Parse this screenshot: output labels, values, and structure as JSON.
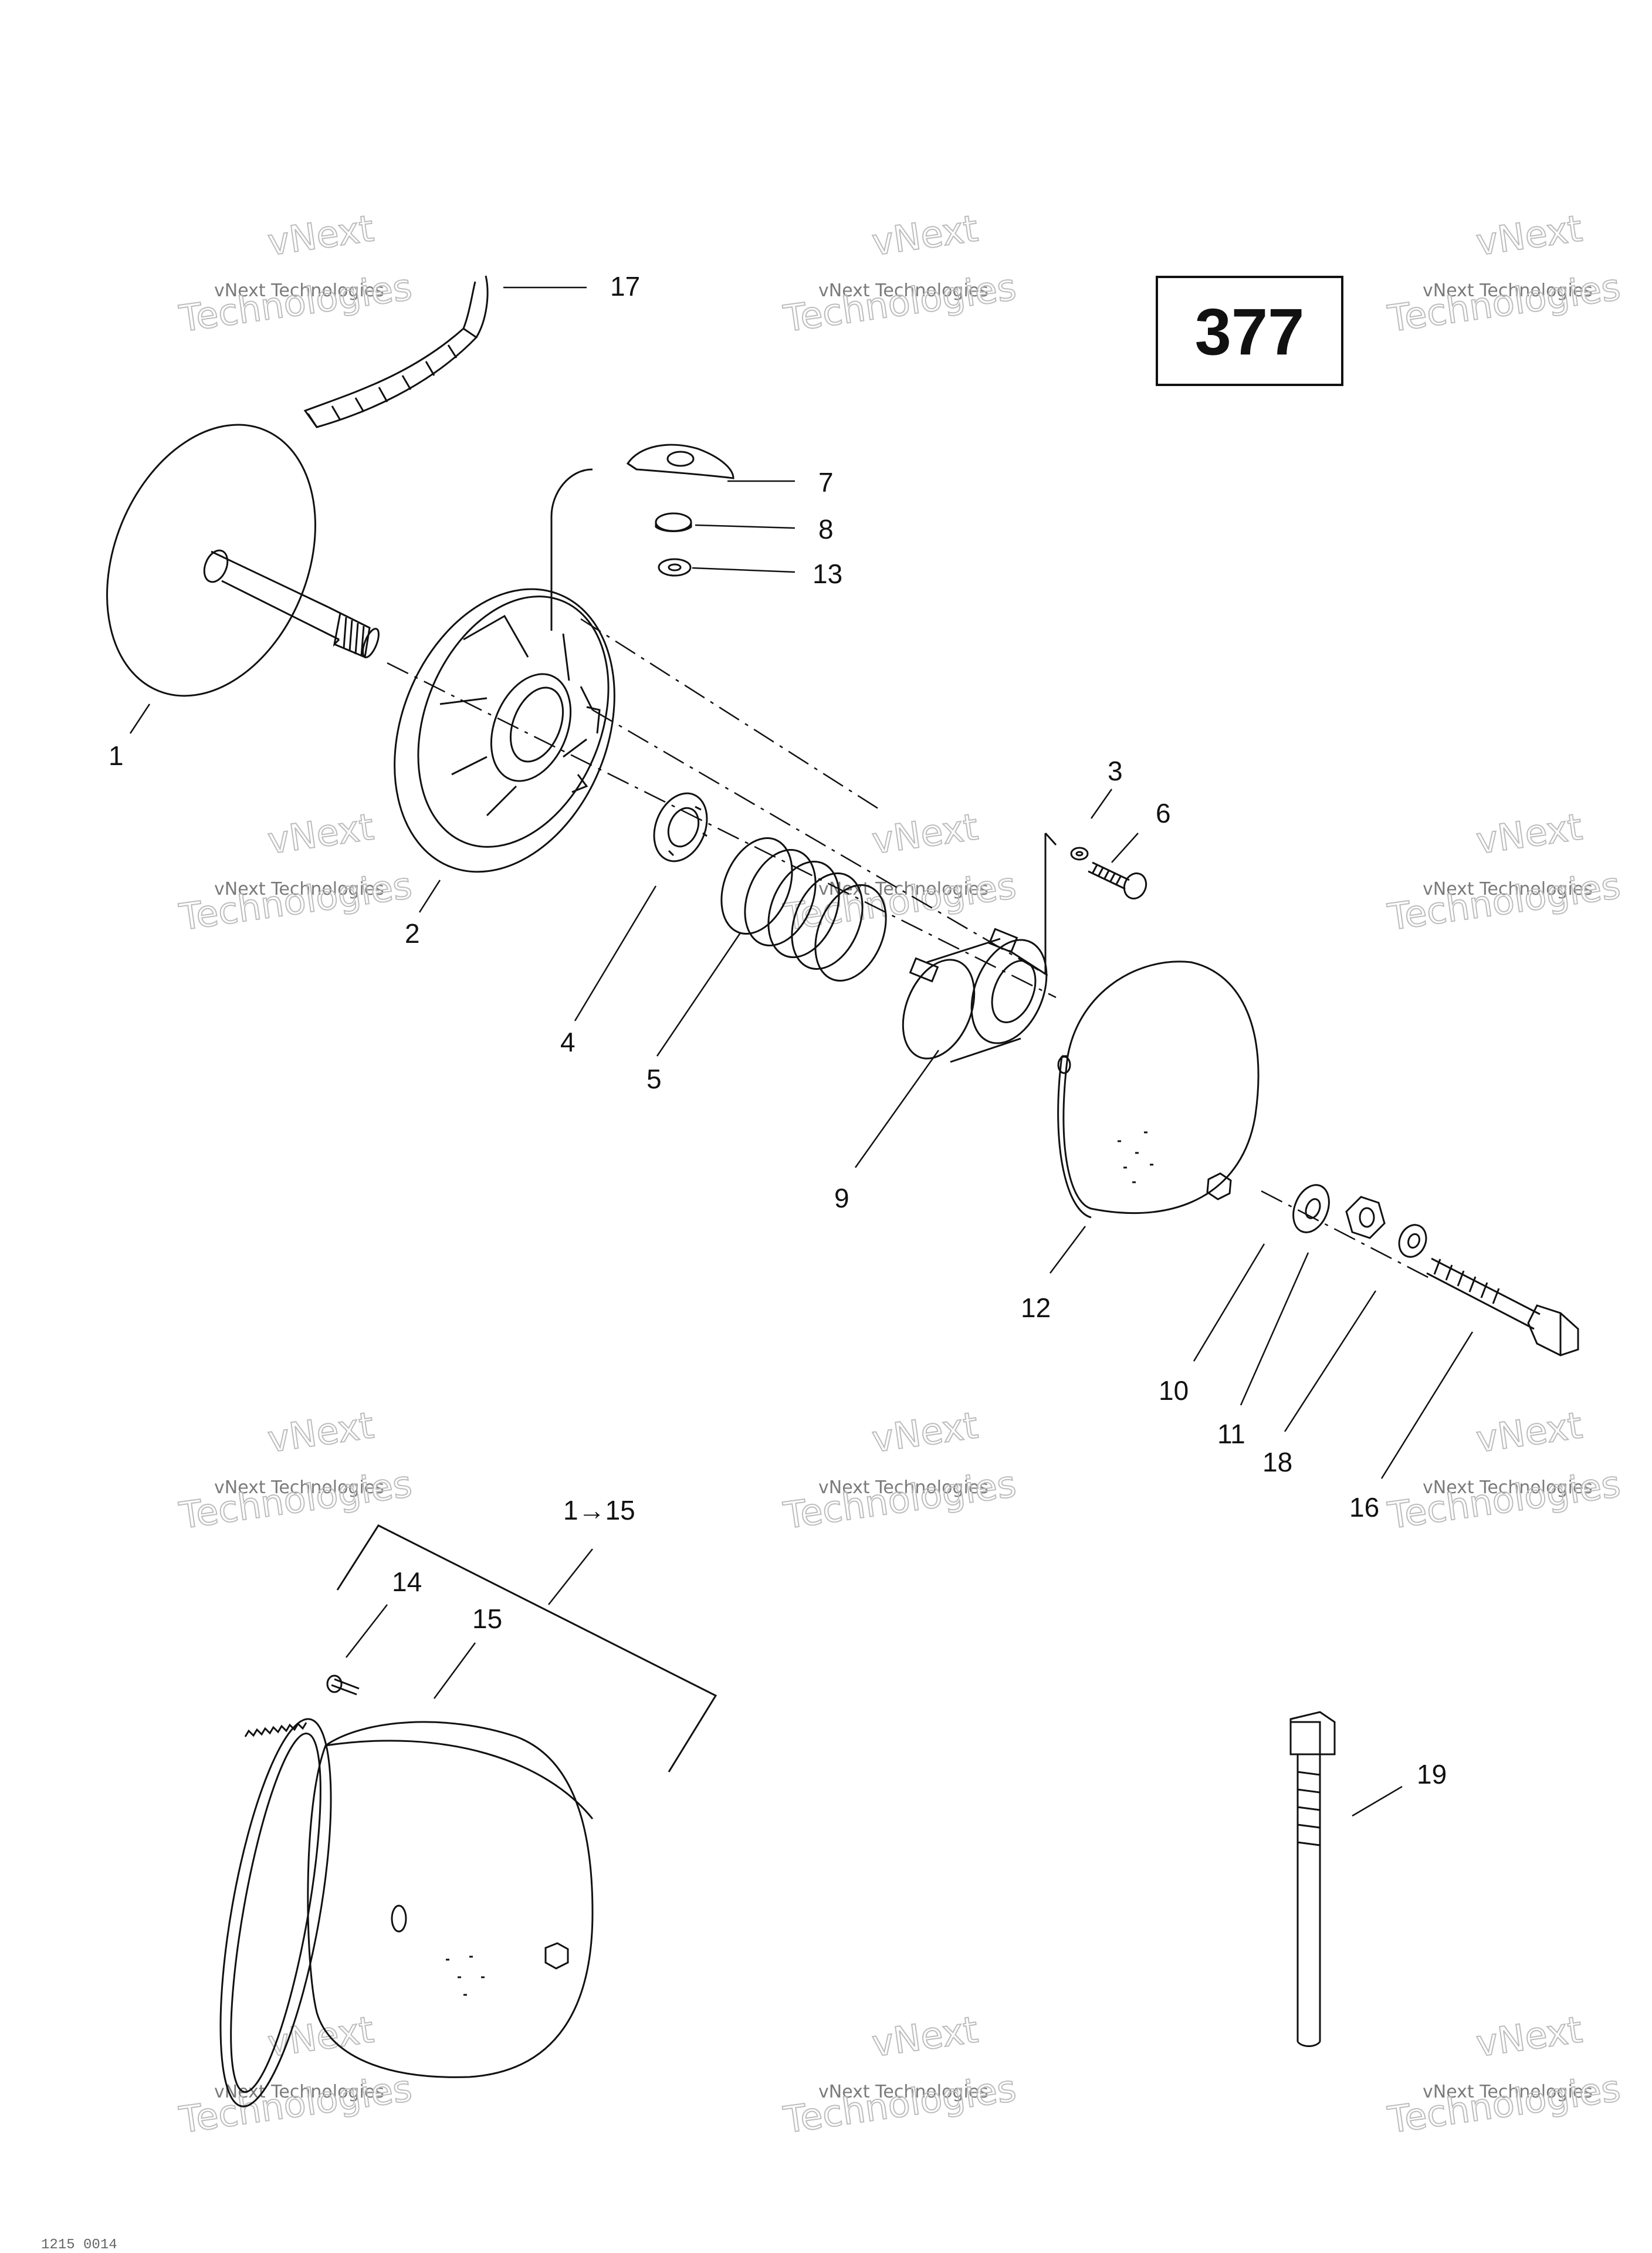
{
  "page_number": "377",
  "watermark": {
    "line1": "vNext",
    "line2": "vNext Technologies",
    "line3": "Technologies"
  },
  "callouts": {
    "p1": "1",
    "p2": "2",
    "p3": "3",
    "p4": "4",
    "p5": "5",
    "p6": "6",
    "p7": "7",
    "p8": "8",
    "p9": "9",
    "p10": "10",
    "p11": "11",
    "p12": "12",
    "p13": "13",
    "p14": "14",
    "p15": "15",
    "p16": "16",
    "p17": "17",
    "p18": "18",
    "p19": "19",
    "assembly": "1→15"
  },
  "footer_code": "1215 0014"
}
